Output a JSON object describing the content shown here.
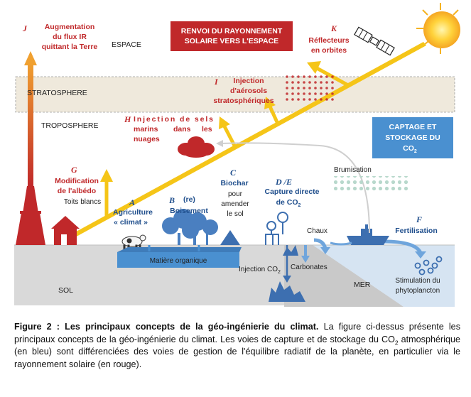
{
  "zones": {
    "space": "ESPACE",
    "stratosphere": "STRATOSPHERE",
    "troposphere": "TROPOSPHERE",
    "soil": "SOL",
    "sea": "MER"
  },
  "boxes": {
    "red_box": [
      "RENVOI DU RAYONNEMENT",
      "SOLAIRE VERS L'ESPACE"
    ],
    "blue_box": [
      "CAPTAGE ET",
      "STOCKAGE DU",
      "CO"
    ]
  },
  "concepts": {
    "J": {
      "letter": "J",
      "lines": [
        "Augmentation",
        "du flux IR",
        "quittant la Terre"
      ]
    },
    "K": {
      "letter": "K",
      "lines": [
        "Réflecteurs",
        "en orbites"
      ]
    },
    "I": {
      "letter": "I",
      "lines": [
        "Injection",
        "d'aérosols",
        "stratosphériques"
      ]
    },
    "H": {
      "letter": "H",
      "line1": "Injection de sels",
      "line2_a": "marins",
      "line2_b": "dans",
      "line2_c": "les",
      "line3": "nuages"
    },
    "G": {
      "letter": "G",
      "lines": [
        "Modification",
        "de l'albédo"
      ],
      "sub": "Toits blancs"
    },
    "A": {
      "letter": "A",
      "lines": [
        "Agriculture",
        "« climat »"
      ]
    },
    "B": {
      "letter": "B",
      "pre": "(re)",
      "line": "Boisement"
    },
    "C": {
      "letter": "C",
      "title": "Biochar",
      "lines": [
        "pour",
        "amender",
        "le sol"
      ]
    },
    "DE": {
      "letter": "D /E",
      "lines": [
        "Capture directe",
        "de CO"
      ]
    },
    "F": {
      "letter": "F",
      "line": "Fertilisation"
    }
  },
  "labels": {
    "brumisation": "Brumisation",
    "chaux": "Chaux",
    "matiere": "Matière organique",
    "injection_co2": "Injection CO",
    "carbonates": "Carbonates",
    "stimulation": [
      "Stimulation du",
      "phytoplancton"
    ],
    "sub2": "2"
  },
  "caption": {
    "bold": "Figure 2 : Les principaux concepts de la géo-ingénierie du climat.",
    "text1": " La figure ci-dessus présente les principaux concepts de la géo-ingénierie du climat. Les voies de capture et de stockage du CO",
    "sub": "2",
    "text2": " atmosphérique (en bleu) sont différenciées des voies de gestion de l'équilibre radiatif de la planète, en particulier via le rayonnement solaire (en rouge)."
  },
  "colors": {
    "red": "#c0282a",
    "blue": "#1f4e8c",
    "yellow": "#f5c518",
    "orange": "#e88a2a",
    "box_blue": "#4a90d0",
    "sea": "#d6e4f2",
    "soil": "#d9d9d9"
  }
}
